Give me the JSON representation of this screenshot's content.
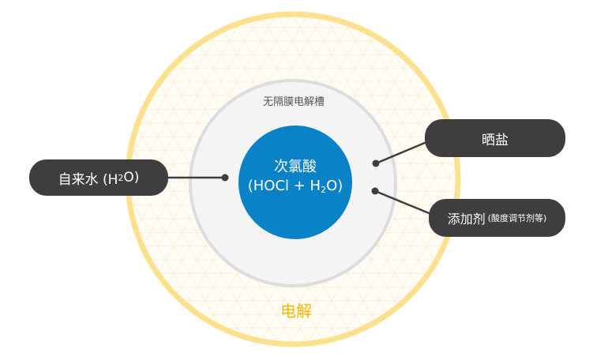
{
  "diagram": {
    "outer_ring_label": "电解",
    "inner_ring_label": "无隔膜电解槽",
    "center": {
      "line1": "次氯酸",
      "line2_prefix": "(HOCl + H",
      "line2_sub": "2",
      "line2_suffix": "O)"
    },
    "left_input": {
      "prefix": "自来水 (H",
      "sub": "2",
      "suffix": "O)"
    },
    "right_inputs": [
      {
        "label": "晒盐",
        "note": ""
      },
      {
        "label": "添加剂",
        "note": "(酸度调节剂等)"
      }
    ]
  },
  "colors": {
    "ring_yellow": "#FBE08E",
    "ring_gray": "#DDDDDD",
    "center_blue": "#0A82C8",
    "pill_dark": "#3E3E3E",
    "label_gray": "#555555",
    "label_yellow": "#F2B705"
  }
}
